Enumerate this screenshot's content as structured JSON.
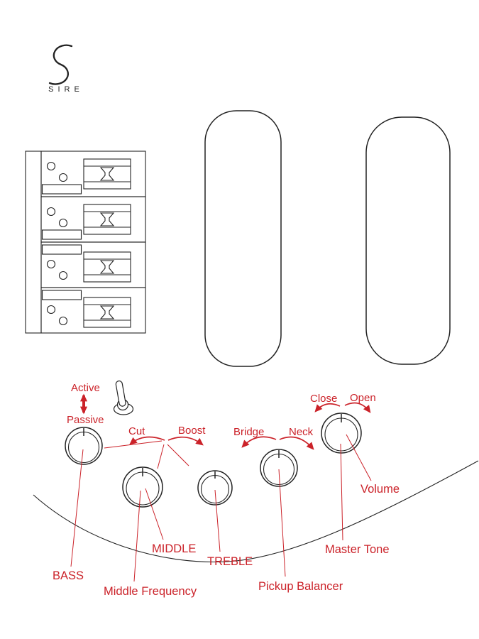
{
  "brand": {
    "wordmark": "SIRE",
    "logo_icon": "sire-s-logo"
  },
  "colors": {
    "line": "#222222",
    "accent_red": "#cb2229",
    "background": "#ffffff"
  },
  "drawing": {
    "bridge_icon": "bass-bridge-top-view",
    "pickup_icons": [
      "pickup-soapbar-left",
      "pickup-soapbar-right"
    ],
    "switch_icon": "toggle-switch"
  },
  "annotations": {
    "switch": {
      "up": "Active",
      "down": "Passive"
    },
    "eq_rotation": {
      "left": "Cut",
      "right": "Boost"
    },
    "balance_rotation": {
      "left": "Bridge",
      "right": "Neck"
    },
    "volume_rotation": {
      "left": "Close",
      "right": "Open"
    }
  },
  "labels": {
    "bass": "BASS",
    "middle": "MIDDLE",
    "middle_frequency": "Middle Frequency",
    "treble": "TREBLE",
    "pickup_balancer": "Pickup Balancer",
    "volume": "Volume",
    "master_tone": "Master Tone"
  }
}
